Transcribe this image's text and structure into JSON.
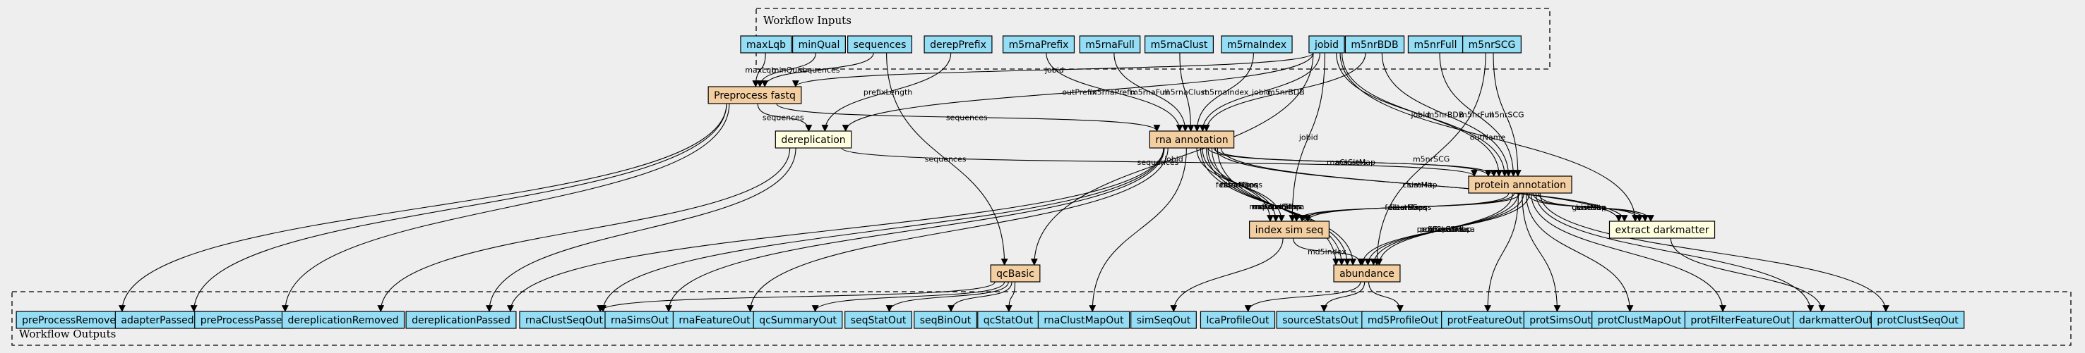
{
  "colors": {
    "background": "#eeeeee",
    "io_node": "#94ddf4",
    "step_node": "#f3cea1",
    "operation_node": "#ffffe0"
  },
  "clusters": {
    "inputs": "Workflow Inputs",
    "outputs": "Workflow Outputs"
  },
  "inputs": [
    "maxLqb",
    "minQual",
    "sequences",
    "derepPrefix",
    "m5rnaPrefix",
    "m5rnaFull",
    "m5rnaClust",
    "m5rnaIndex",
    "jobid",
    "m5nrBDB",
    "m5nrFull",
    "m5nrSCG"
  ],
  "steps": {
    "preprocess": "Preprocess fastq",
    "dereplication": "dereplication",
    "rna": "rna annotation",
    "protein": "protein annotation",
    "index": "index sim seq",
    "extract": "extract darkmatter",
    "qc": "qcBasic",
    "abundance": "abundance"
  },
  "outputs": [
    "preProcessRemoved",
    "adapterPassed",
    "preProcessPassed",
    "dereplicationRemoved",
    "dereplicationPassed",
    "rnaClustSeqOut",
    "rnaSimsOut",
    "rnaFeatureOut",
    "qcSummaryOut",
    "seqStatOut",
    "seqBinOut",
    "qcStatOut",
    "rnaClustMapOut",
    "simSeqOut",
    "lcaProfileOut",
    "sourceStatsOut",
    "md5ProfileOut",
    "protFeatureOut",
    "protSimsOut",
    "protClustMapOut",
    "protFilterFeatureOut",
    "darkmatterOut",
    "protClustSeqOut"
  ],
  "edges": [
    {
      "from": "in:maxLqb",
      "to": "step:preprocess",
      "label": "maxLqb"
    },
    {
      "from": "in:minQual",
      "to": "step:preprocess",
      "label": "minQual"
    },
    {
      "from": "in:sequences",
      "to": "step:preprocess",
      "label": "sequences"
    },
    {
      "from": "in:jobid",
      "to": "step:preprocess",
      "label": "jobid"
    },
    {
      "from": "in:derepPrefix",
      "to": "step:dereplication",
      "label": "prefixLength"
    },
    {
      "from": "in:jobid",
      "to": "step:dereplication",
      "label": "outPrefix"
    },
    {
      "from": "step:preprocess",
      "to": "step:dereplication",
      "label": "sequences"
    },
    {
      "from": "in:m5rnaPrefix",
      "to": "step:rna",
      "label": "m5rnaPrefix"
    },
    {
      "from": "in:m5rnaFull",
      "to": "step:rna",
      "label": "m5rnaFull"
    },
    {
      "from": "in:m5rnaClust",
      "to": "step:rna",
      "label": "m5rnaClust"
    },
    {
      "from": "in:m5rnaIndex",
      "to": "step:rna",
      "label": "m5rnaIndex"
    },
    {
      "from": "in:jobid",
      "to": "step:rna",
      "label": "jobid"
    },
    {
      "from": "step:preprocess",
      "to": "step:rna",
      "label": "sequences"
    },
    {
      "from": "in:m5nrBDB",
      "to": "step:rna",
      "label": "m5nrBDB"
    },
    {
      "from": "in:m5nrBDB",
      "to": "step:protein",
      "label": "m5nrBDB"
    },
    {
      "from": "in:m5nrFull",
      "to": "step:protein",
      "label": "m5nrFull"
    },
    {
      "from": "in:m5nrSCG",
      "to": "step:protein",
      "label": "m5nrSCG"
    },
    {
      "from": "in:jobid",
      "to": "step:protein",
      "label": "jobid"
    },
    {
      "from": "step:dereplication",
      "to": "step:protein",
      "label": "sequences"
    },
    {
      "from": "step:rna",
      "to": "step:protein",
      "label": "rnaSims"
    },
    {
      "from": "step:rna",
      "to": "step:protein",
      "label": "rnaClustMap"
    },
    {
      "from": "in:jobid",
      "to": "step:protein",
      "label": "jobid"
    },
    {
      "from": "in:jobid",
      "to": "step:extract",
      "label": "outName"
    },
    {
      "from": "step:rna",
      "to": "step:extract",
      "label": "simHit"
    },
    {
      "from": "step:protein",
      "to": "step:extract",
      "label": "simHit"
    },
    {
      "from": "step:protein",
      "to": "step:extract",
      "label": "clustMap"
    },
    {
      "from": "step:rna",
      "to": "step:extract",
      "label": "clustMap"
    },
    {
      "from": "step:protein",
      "to": "step:extract",
      "label": "geneSeq"
    },
    {
      "from": "in:sequences",
      "to": "step:qc",
      "label": "sequences"
    },
    {
      "from": "in:jobid",
      "to": "step:qc",
      "label": "jobid"
    },
    {
      "from": "in:jobid",
      "to": "step:index",
      "label": "jobid"
    },
    {
      "from": "step:rna",
      "to": "step:index",
      "label": "clustMaps"
    },
    {
      "from": "step:rna",
      "to": "step:index",
      "label": "featureSeqs"
    },
    {
      "from": "step:rna",
      "to": "step:index",
      "label": "filterSims"
    },
    {
      "from": "step:protein",
      "to": "step:index",
      "label": "filterSims"
    },
    {
      "from": "step:protein",
      "to": "step:index",
      "label": "clustMaps"
    },
    {
      "from": "step:protein",
      "to": "step:index",
      "label": "featureSeqs"
    },
    {
      "from": "step:rna",
      "to": "step:abundance",
      "label": "rnaExpandLca"
    },
    {
      "from": "step:rna",
      "to": "step:abundance",
      "label": "rnaFilterSims"
    },
    {
      "from": "step:rna",
      "to": "step:abundance",
      "label": "rnaClustMap"
    },
    {
      "from": "step:protein",
      "to": "step:abundance",
      "label": "expandSims"
    },
    {
      "from": "step:protein",
      "to": "step:abundance",
      "label": "protExpandLca"
    },
    {
      "from": "step:protein",
      "to": "step:abundance",
      "label": "protClustMap"
    },
    {
      "from": "step:protein",
      "to": "step:abundance",
      "label": "filterSims"
    },
    {
      "from": "step:index",
      "to": "step:abundance",
      "label": "md5index"
    },
    {
      "from": "in:m5nrSCG",
      "to": "step:abundance",
      "label": "m5nrSCG"
    },
    {
      "from": "step:rna",
      "to": "step:abundance",
      "label": "expandSims"
    },
    {
      "from": "step:preprocess",
      "to": "out:preProcessRemoved",
      "label": ""
    },
    {
      "from": "step:preprocess",
      "to": "out:adapterPassed",
      "label": ""
    },
    {
      "from": "step:preprocess",
      "to": "out:preProcessPassed",
      "label": ""
    },
    {
      "from": "step:dereplication",
      "to": "out:dereplicationRemoved",
      "label": ""
    },
    {
      "from": "step:dereplication",
      "to": "out:dereplicationPassed",
      "label": ""
    },
    {
      "from": "step:rna",
      "to": "out:dereplicationPassed",
      "label": ""
    },
    {
      "from": "step:rna",
      "to": "out:rnaClustSeqOut",
      "label": ""
    },
    {
      "from": "step:rna",
      "to": "out:rnaSimsOut",
      "label": ""
    },
    {
      "from": "step:rna",
      "to": "out:rnaFeatureOut",
      "label": ""
    },
    {
      "from": "step:rna",
      "to": "out:rnaClustMapOut",
      "label": ""
    },
    {
      "from": "step:qc",
      "to": "out:qcSummaryOut",
      "label": ""
    },
    {
      "from": "step:qc",
      "to": "out:seqStatOut",
      "label": ""
    },
    {
      "from": "step:qc",
      "to": "out:seqBinOut",
      "label": ""
    },
    {
      "from": "step:qc",
      "to": "out:qcStatOut",
      "label": ""
    },
    {
      "from": "step:qc",
      "to": "out:rnaClustSeqOut",
      "label": ""
    },
    {
      "from": "step:index",
      "to": "out:simSeqOut",
      "label": ""
    },
    {
      "from": "step:abundance",
      "to": "out:lcaProfileOut",
      "label": ""
    },
    {
      "from": "step:abundance",
      "to": "out:sourceStatsOut",
      "label": ""
    },
    {
      "from": "step:abundance",
      "to": "out:md5ProfileOut",
      "label": ""
    },
    {
      "from": "step:protein",
      "to": "out:protFeatureOut",
      "label": ""
    },
    {
      "from": "step:protein",
      "to": "out:protSimsOut",
      "label": ""
    },
    {
      "from": "step:protein",
      "to": "out:protClustMapOut",
      "label": ""
    },
    {
      "from": "step:protein",
      "to": "out:protFilterFeatureOut",
      "label": ""
    },
    {
      "from": "step:protein",
      "to": "out:darkmatterOut",
      "label": ""
    },
    {
      "from": "step:protein",
      "to": "out:protClustSeqOut",
      "label": ""
    },
    {
      "from": "step:extract",
      "to": "out:darkmatterOut",
      "label": ""
    }
  ]
}
